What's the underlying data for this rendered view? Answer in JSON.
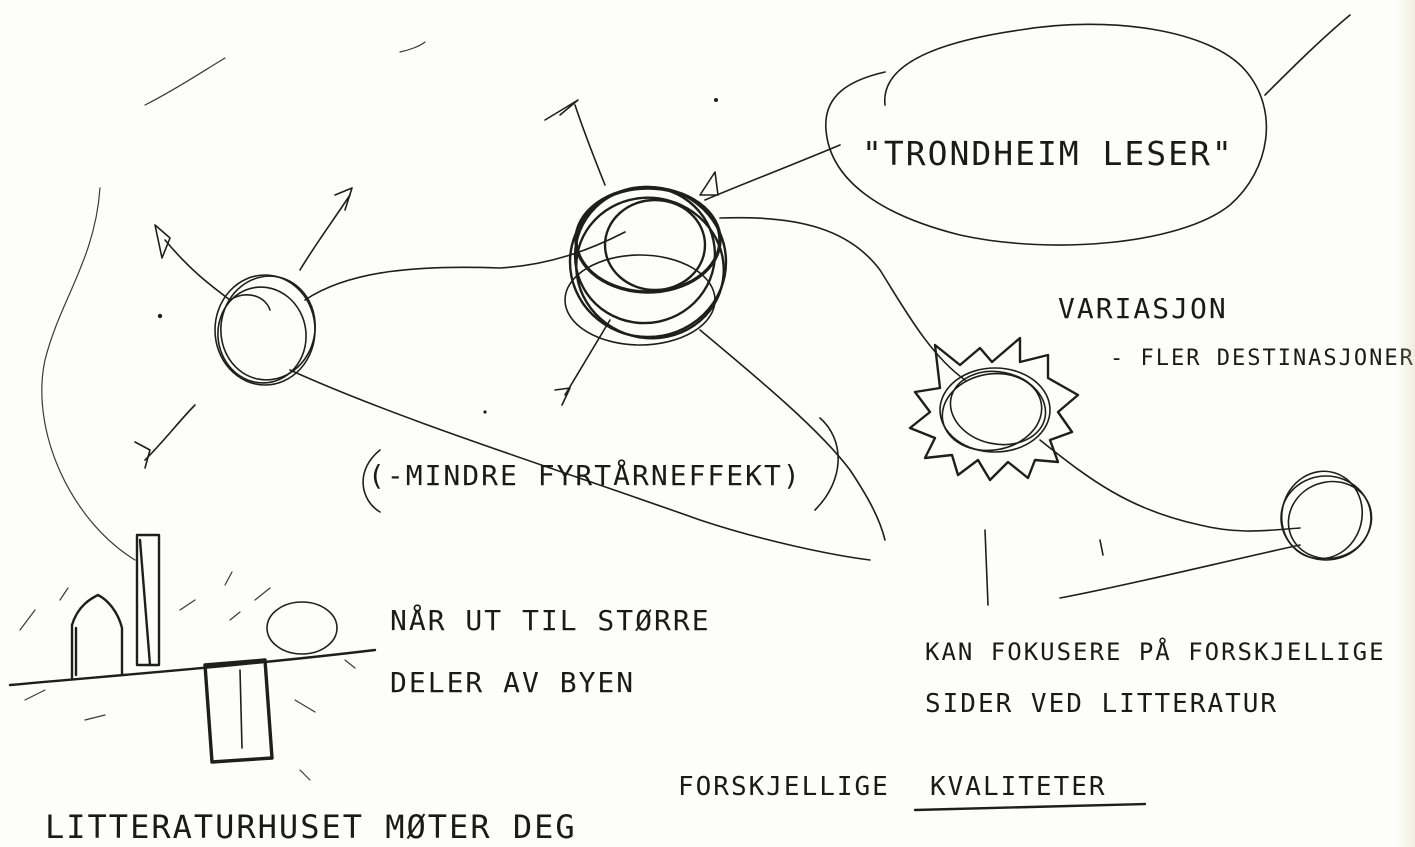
{
  "labels": {
    "trondheim": "\"TRONDHEIM LESER\"",
    "variasjon": "VARIASJON",
    "destinations": "- FLER DESTINASJONER",
    "mindre": "(-MINDRE FYRTÅRNEFFEKT)",
    "naar_line1": "NÅR UT TIL STØRRE",
    "naar_line2": "DELER AV BYEN",
    "kan_line1": "KAN FOKUSERE PÅ FORSKJELLIGE",
    "kan_line2": "SIDER VED LITTERATUR",
    "forskjellige": "FORSKJELLIGE",
    "kvaliteter": "KVALITETER",
    "litteraturhuset": "LITTERATURHUSET MØTER DEG"
  },
  "colors": {
    "ink": "#1e1e1e",
    "paper": "#fdfdfb"
  }
}
